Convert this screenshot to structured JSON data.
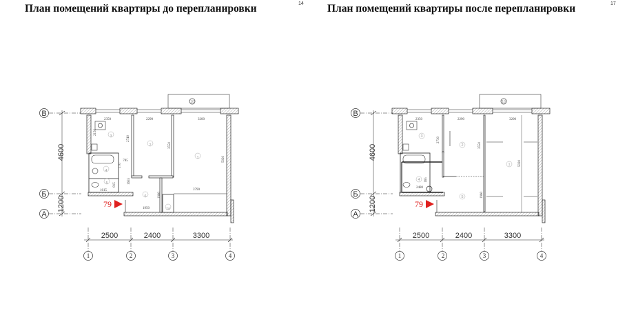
{
  "left": {
    "title": "План помещений квартиры до перепланировки",
    "page": "14",
    "axes_rows": [
      "В",
      "Б",
      "А"
    ],
    "axes_cols": [
      "1",
      "2",
      "3",
      "4"
    ],
    "col_dims": [
      "2500",
      "2400",
      "3300"
    ],
    "row_dims": [
      "4600",
      "1200"
    ],
    "dims": {
      "d2350": "2350",
      "d2290": "2290",
      "d3200": "3200",
      "d2150": "2150",
      "d2740": "2740",
      "d3550": "3550",
      "d5020": "5020",
      "d785": "785",
      "d170": "170",
      "d1655": "1655",
      "d815": "815",
      "d1615": "1615",
      "d3790": "3790",
      "d1960": "1960",
      "d1950": "1950"
    },
    "rooms": [
      "1",
      "2",
      "3",
      "4",
      "5",
      "6",
      "1а",
      "16"
    ],
    "marker": "79"
  },
  "right": {
    "title": "План помещений квартиры после перепланировки",
    "page": "17",
    "axes_rows": [
      "В",
      "Б",
      "А"
    ],
    "axes_cols": [
      "1",
      "2",
      "3",
      "4"
    ],
    "col_dims": [
      "2500",
      "2400",
      "3300"
    ],
    "row_dims": [
      "4600",
      "1200"
    ],
    "dims": {
      "d2350": "2350",
      "d2290": "2290",
      "d3200": "3200",
      "d2730": "2730",
      "d3550": "3550",
      "d5020": "5020",
      "d165": "165",
      "d2480": "2480",
      "d1960": "1960"
    },
    "rooms": [
      "1",
      "2",
      "3",
      "4",
      "5",
      "16"
    ],
    "marker": "79"
  },
  "colors": {
    "marker": "#e0201e",
    "walls": "#222222"
  }
}
